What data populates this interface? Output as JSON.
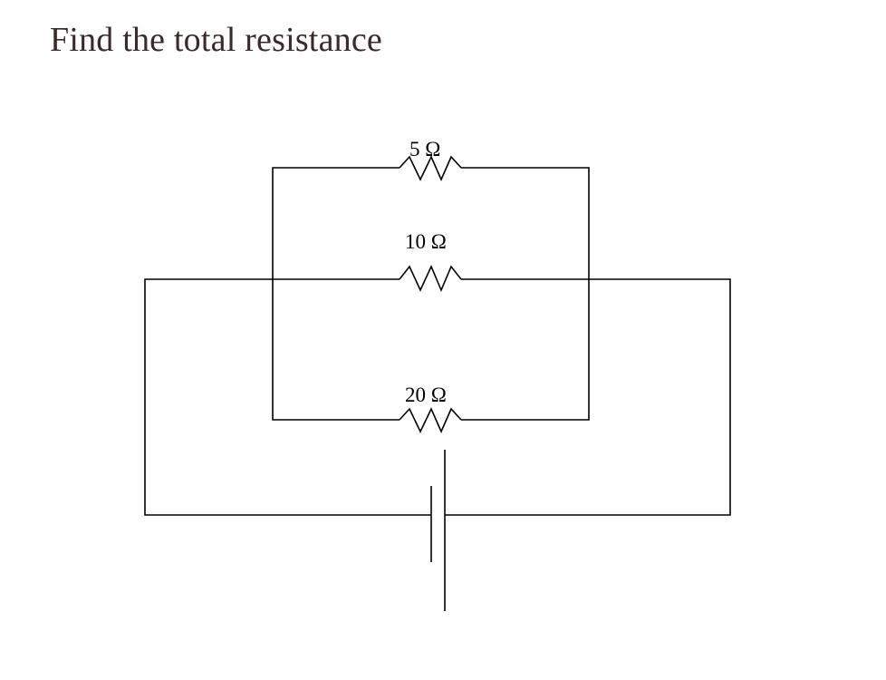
{
  "question": "Find the total resistance",
  "colors": {
    "question_text": "#3b2a2a",
    "wire": "#000000",
    "background": "#ffffff"
  },
  "resistors": [
    {
      "id": "r-top",
      "label": "5 Ω"
    },
    {
      "id": "r-middle",
      "label": "10 Ω"
    },
    {
      "id": "r-bottom",
      "label": "20 Ω"
    }
  ],
  "source": {
    "type": "battery"
  }
}
